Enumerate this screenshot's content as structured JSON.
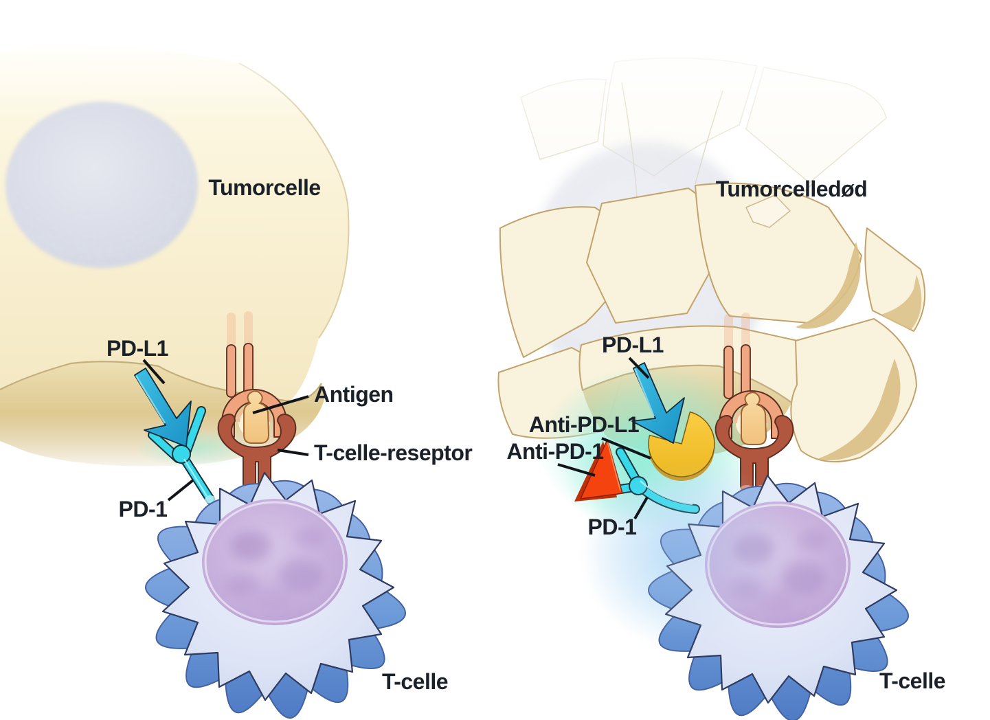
{
  "figure": {
    "labels": {
      "left": {
        "tumor": "Tumorcelle",
        "pdl1": "PD-L1",
        "antigen": "Antigen",
        "tcr": "T-celle-reseptor",
        "pd1": "PD-1",
        "tcell": "T-celle"
      },
      "right": {
        "tumor": "Tumorcelledød",
        "pdl1": "PD-L1",
        "anti_pdl1": "Anti-PD-L1",
        "anti_pd1": "Anti-PD-1",
        "pd1": "PD-1",
        "tcell": "T-celle"
      }
    },
    "colors": {
      "background": "#FFFFFF",
      "tumor_body": "#F8F0D2",
      "tumor_rim": "#D9C285",
      "tumor_nucleus": "#D7DAE4",
      "fragment_outline": "#C2A36B",
      "pdl1_ligand": "#1FA3D2",
      "pd1_receptor": "#35D7EA",
      "tcr_outer": "#EFA37D",
      "tcr_inner": "#B2573F",
      "antigen": "#F6CE92",
      "anti_pdl1_drug": "#F6C832",
      "anti_pd1_drug": "#F4430E",
      "tcell_body": "#DCE3F5",
      "tcell_spikes": "#6E9BD9",
      "tcell_nucleus": "#C0A6D8",
      "glow_teal": "#86EBD2",
      "glow_blue": "#A5D2F4",
      "label_text": "#1B2129",
      "pointer_line": "#111418"
    }
  }
}
